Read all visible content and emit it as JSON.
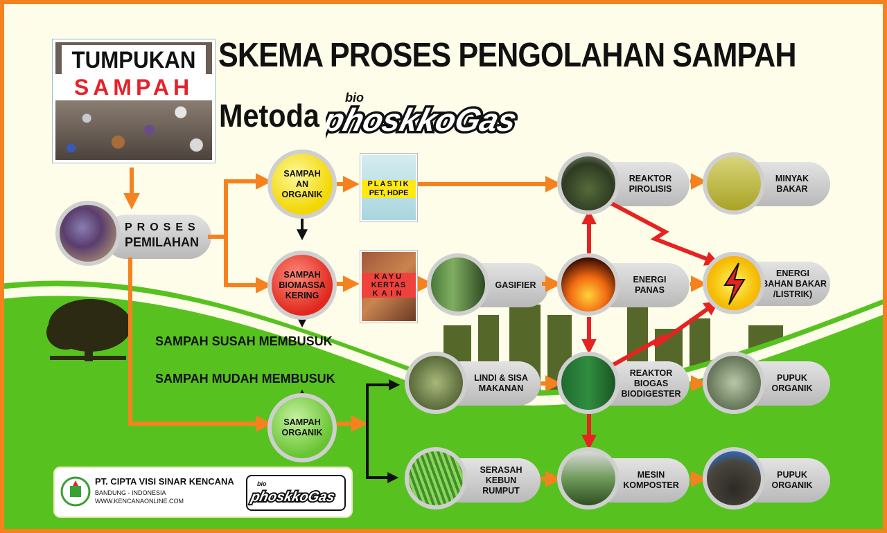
{
  "title": "SKEMA PROSES PENGOLAHAN SAMPAH",
  "subtitle": "Metoda",
  "brand": {
    "prefix": "bio",
    "name": "phoskkoGas"
  },
  "colors": {
    "arrow": "#f5821f",
    "redArrow": "#e52320",
    "frame": "#f5821f",
    "grass": "#57c21f",
    "city": "#556b2f"
  },
  "header_box": {
    "line1": "TUMPUKAN",
    "line2": "SAMPAH"
  },
  "sorting": {
    "line1": "PROSES",
    "line2": "PEMILAHAN"
  },
  "nodes": {
    "anorganik": {
      "l1": "SAMPAH",
      "l2": "AN",
      "l3": "ORGANIK"
    },
    "biomassa": {
      "l1": "SAMPAH",
      "l2": "BIOMASSA",
      "l3": "KERING"
    },
    "organik": {
      "l1": "SAMPAH",
      "l2": "ORGANIK"
    }
  },
  "tags": {
    "plastik": {
      "l1": "PLASTIK",
      "l2": "PET, HDPE"
    },
    "kayu": {
      "l1": "KAYU",
      "l2": "KERTAS",
      "l3": "KAIN"
    }
  },
  "labels": {
    "susah": "SAMPAH SUSAH MEMBUSUK",
    "mudah": "SAMPAH MUDAH MEMBUSUK"
  },
  "pills": {
    "pirolisis": {
      "l1": "REAKTOR",
      "l2": "PIROLISIS"
    },
    "minyak": {
      "l1": "MINYAK",
      "l2": "BAKAR"
    },
    "gasifier": {
      "l1": "GASIFIER"
    },
    "panas": {
      "l1": "ENERGI",
      "l2": "PANAS"
    },
    "energi": {
      "l1": "ENERGI",
      "l2": "(BAHAN BAKAR",
      "l3": "/LISTRIK)"
    },
    "lindi": {
      "l1": "LINDI & SISA",
      "l2": "MAKANAN"
    },
    "biogas": {
      "l1": "REAKTOR",
      "l2": "BIOGAS",
      "l3": "BIODIGESTER"
    },
    "pupuk1": {
      "l1": "PUPUK",
      "l2": "ORGANIK"
    },
    "serasah": {
      "l1": "SERASAH",
      "l2": "KEBUN",
      "l3": "RUMPUT"
    },
    "komposter": {
      "l1": "MESIN",
      "l2": "KOMPOSTER"
    },
    "pupuk2": {
      "l1": "PUPUK",
      "l2": "ORGANIK"
    }
  },
  "company": {
    "name": "PT. CIPTA VISI SINAR KENCANA",
    "location": "BANDUNG - INDONESIA",
    "website": "WWW.KENCANAONLINE.COM"
  }
}
